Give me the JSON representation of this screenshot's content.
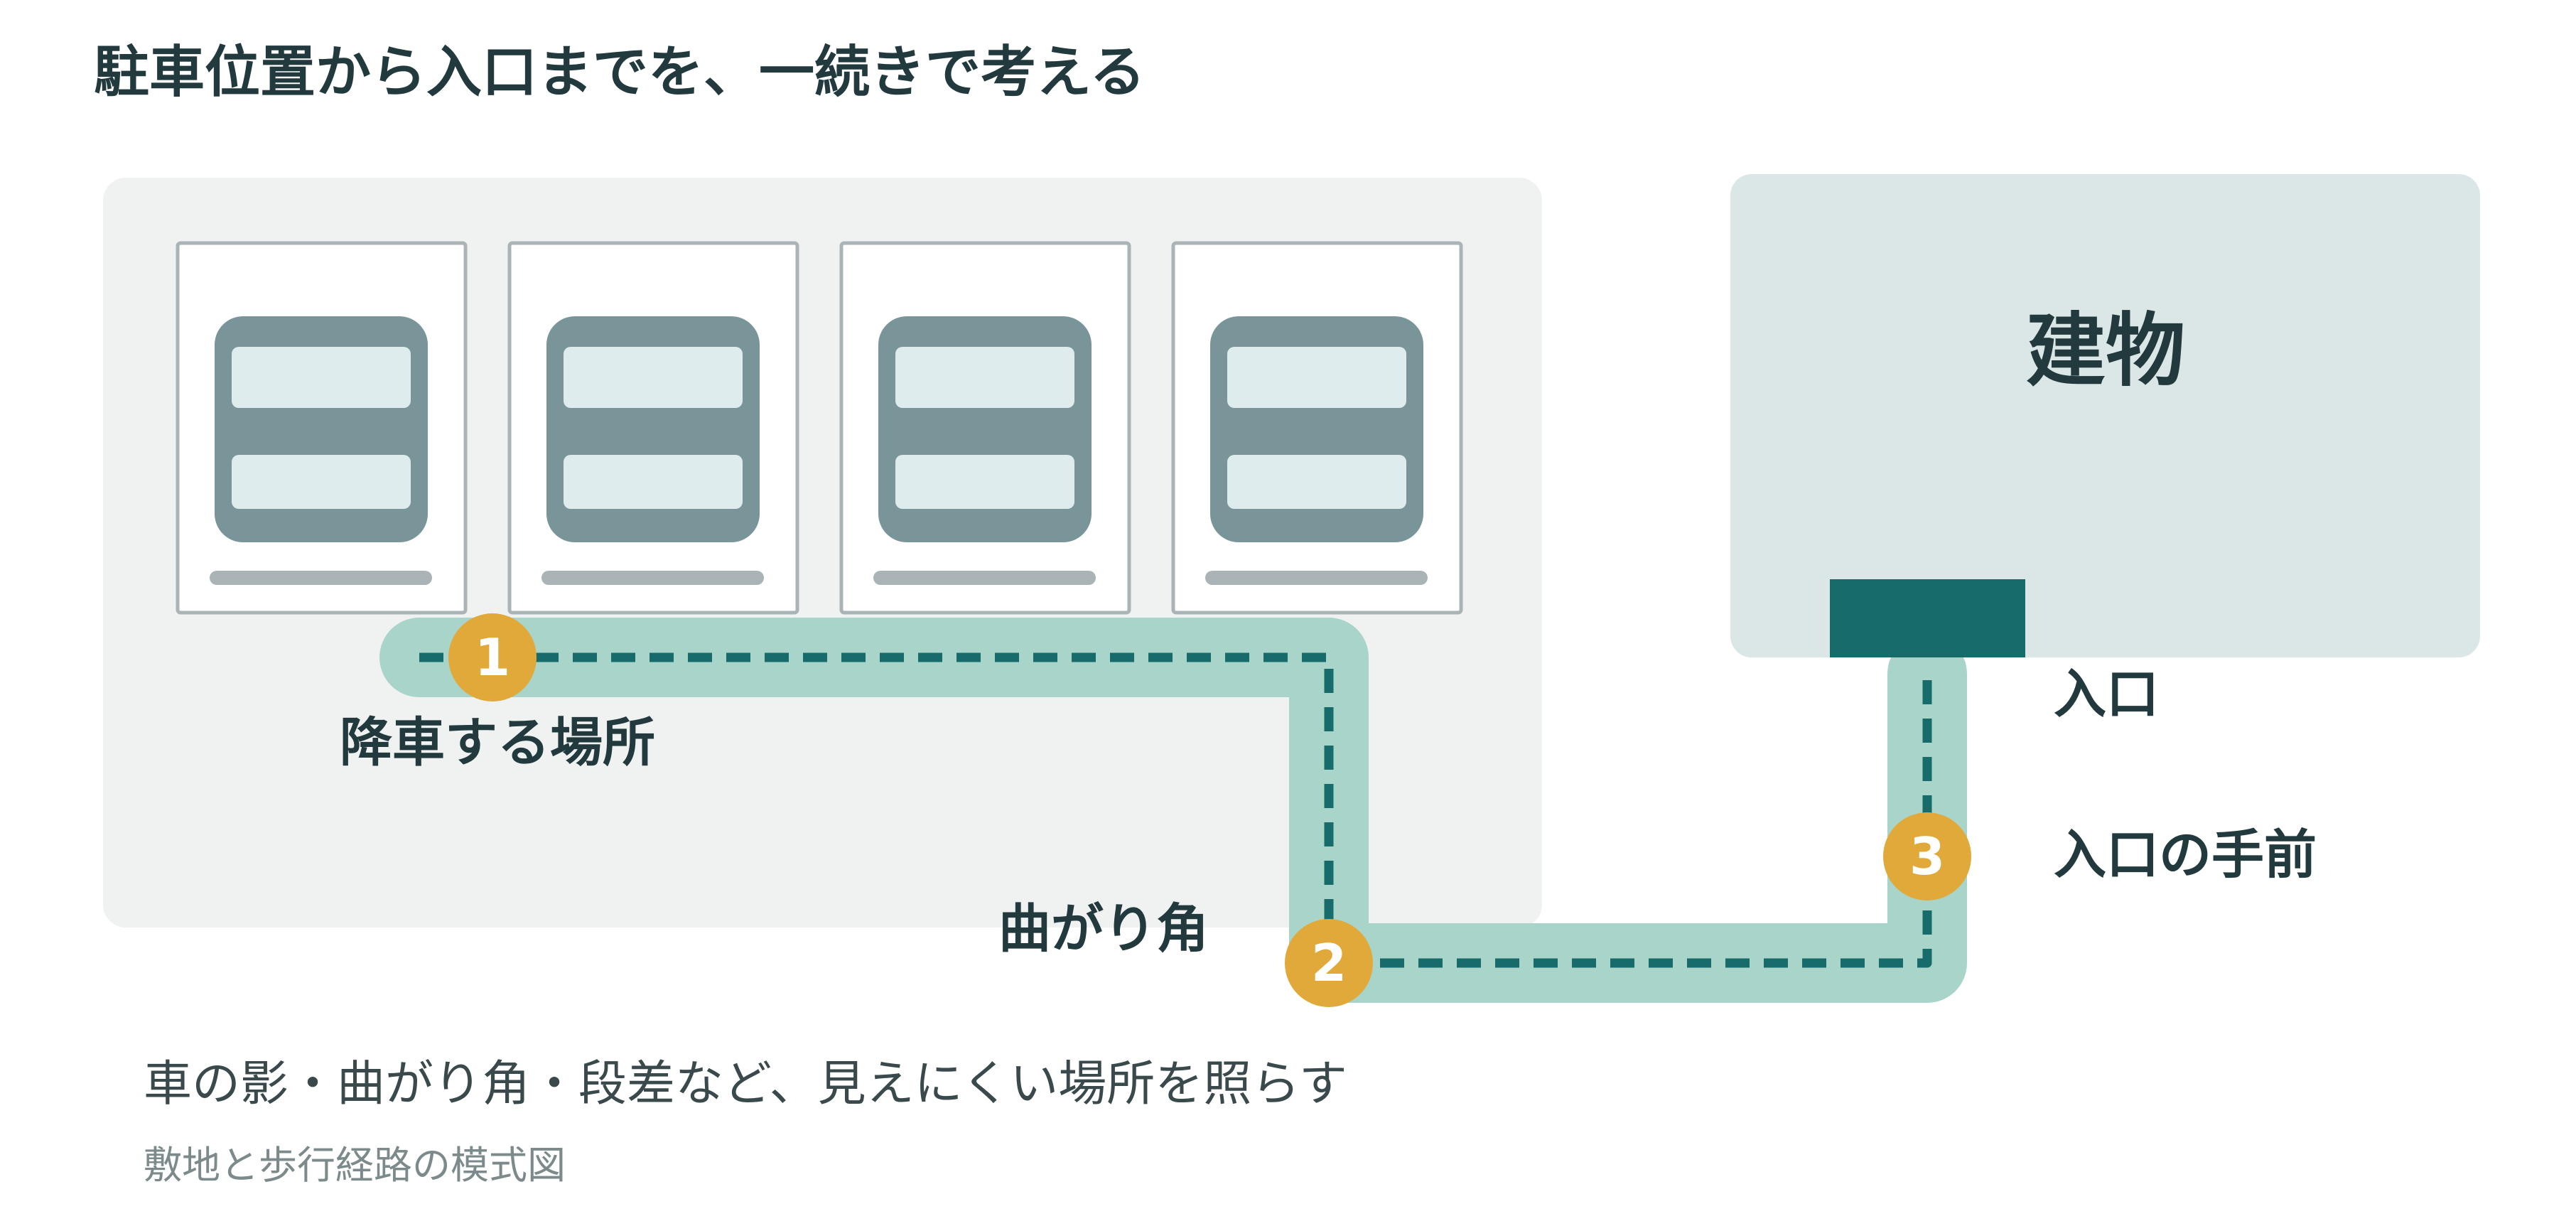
{
  "title": "駐車位置から入口までを、一続きで考える",
  "building_label": "建物",
  "points": [
    {
      "number": "1",
      "label": "降車する場所"
    },
    {
      "number": "2",
      "label": "曲がり角"
    },
    {
      "number": "3",
      "label": "入口の手前"
    }
  ],
  "entrance_label": "入口",
  "caption": "車の影・曲がり角・段差など、見えにくい場所を照らす",
  "subcaption": "敷地と歩行経路の模式図",
  "colors": {
    "parking_area": "#f0f2f1",
    "building": "#dbe6e6",
    "entrance": "#176b6b",
    "path": "#a8d4ca",
    "path_dash": "#176b6b",
    "marker": "#e0a93a",
    "car_body": "#7a9599",
    "car_window": "#deecee",
    "bay_border": "#aab4b6"
  }
}
